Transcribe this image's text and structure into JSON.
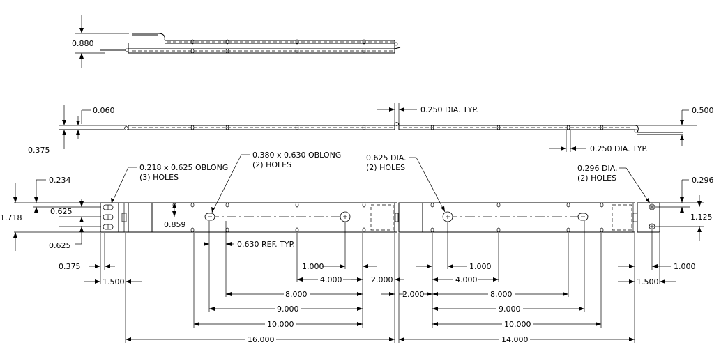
{
  "labels": {
    "top_height": "0.880",
    "t060": "0.060",
    "t375": "0.375",
    "hole250_top": "0.250 DIA. TYP.",
    "t500": "0.500",
    "hole250_side": "0.250 DIA. TYP.",
    "oblong218_a": "0.218 x 0.625 OBLONG",
    "oblong218_b": "(3) HOLES",
    "oblong380_a": "0.380 x 0.630 OBLONG",
    "oblong380_b": "(2) HOLES",
    "dia625_a": "0.625 DIA.",
    "dia625_b": "(2) HOLES",
    "dia296_a": "0.296 DIA.",
    "dia296_b": "(2) HOLES",
    "d234": "0.234",
    "d296": "0.296",
    "d1718": "1.718",
    "d625a": "0.625",
    "d625b": "0.625",
    "d859": "0.859",
    "d1125": "1.125",
    "ref630": "0.630 REF. TYP.",
    "l375": "0.375",
    "l1500": "1.500",
    "l1000": "1.000",
    "l4000": "4.000",
    "l2000": "2.000",
    "l8000": "8.000",
    "l9000": "9.000",
    "l10000": "10.000",
    "l16000": "16.000",
    "r2000": "2.000",
    "r1000": "1.000",
    "r4000": "4.000",
    "r8000": "8.000",
    "r9000": "9.000",
    "r10000": "10.000",
    "r14000": "14.000",
    "r1500": "1.500",
    "r1000b": "1.000"
  }
}
